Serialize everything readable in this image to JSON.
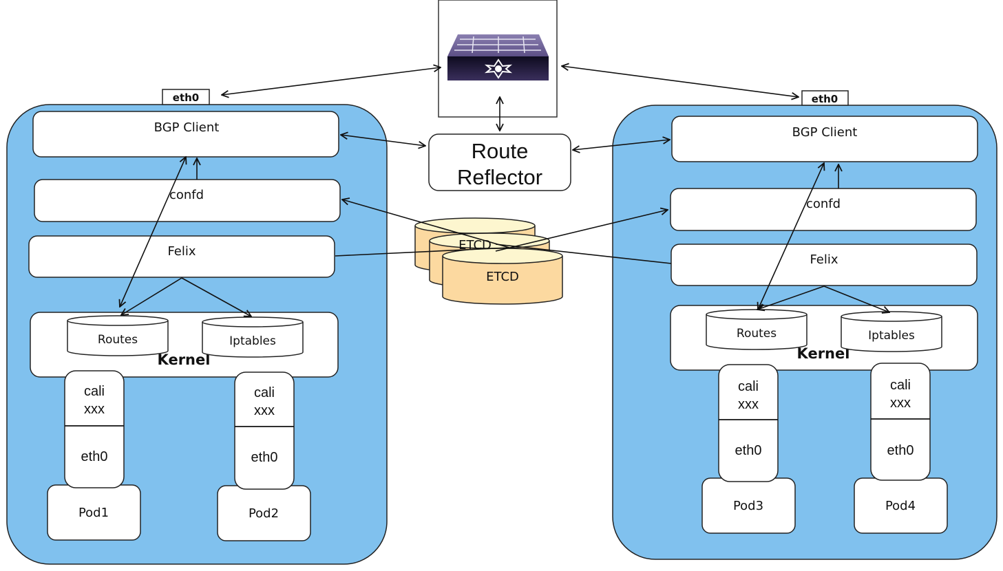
{
  "diagram": {
    "title": "Calico BGP networking with Route Reflector",
    "switch": {
      "icon": "network-switch-icon"
    },
    "route_reflector": {
      "line1": "Route",
      "line2": "Reflector"
    },
    "etcd": {
      "back_label": "ETCD",
      "front_label": "ETCD"
    },
    "colors": {
      "node_bg": "#80c1ee",
      "etcd_body": "#fcd9a0",
      "etcd_top": "#fdf6cf",
      "switch": "#5a4a7c"
    },
    "nodes": [
      {
        "eth0": "eth0",
        "bgp_client": "BGP Client",
        "confd": "confd",
        "felix": "Felix",
        "kernel": "Kernel",
        "routes": "Routes",
        "iptables": "Iptables",
        "pods": [
          {
            "cali1": "cali",
            "cali2": "xxx",
            "eth0": "eth0",
            "name": "Pod1"
          },
          {
            "cali1": "cali",
            "cali2": "xxx",
            "eth0": "eth0",
            "name": "Pod2"
          }
        ]
      },
      {
        "eth0": "eth0",
        "bgp_client": "BGP Client",
        "confd": "confd",
        "felix": "Felix",
        "kernel": "Kernel",
        "routes": "Routes",
        "iptables": "Iptables",
        "pods": [
          {
            "cali1": "cali",
            "cali2": "xxx",
            "eth0": "eth0",
            "name": "Pod3"
          },
          {
            "cali1": "cali",
            "cali2": "xxx",
            "eth0": "eth0",
            "name": "Pod4"
          }
        ]
      }
    ]
  }
}
